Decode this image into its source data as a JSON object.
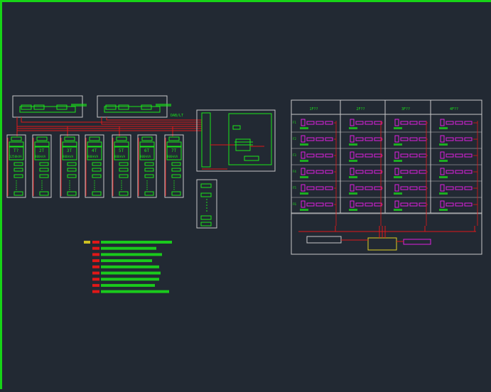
{
  "colors": {
    "background": "#222933",
    "frame": "#17d417",
    "green": "#19e619",
    "red": "#e01818",
    "white": "#c8c8c8",
    "magenta": "#e020e0",
    "yellow": "#e0d020"
  },
  "icons": {
    "transformer": "transformer-icon",
    "breaker": "breaker-icon"
  },
  "labels": {
    "cabinet_tags": [
      "T?",
      "2T",
      "3T",
      "4T",
      "5T",
      "6T",
      "7T"
    ],
    "cabinet_ratings": [
      "1250kVA",
      "800kVA",
      "800kVA",
      "800kVA",
      "800kVA",
      "800kVA",
      "800kVA"
    ],
    "floor_headers": [
      "1F??",
      "2F??",
      "3F??",
      "4F??"
    ],
    "feeder_tag": "????"
  }
}
